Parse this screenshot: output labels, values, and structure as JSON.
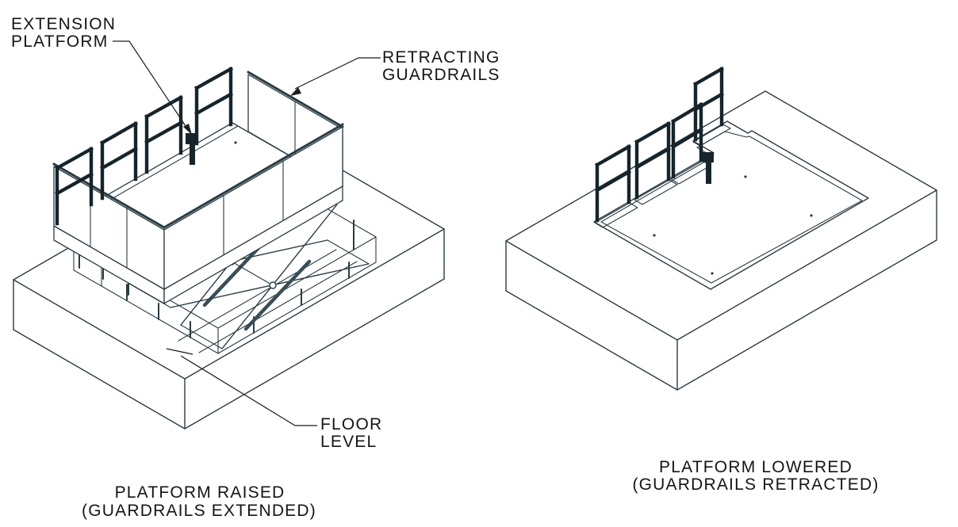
{
  "figure": {
    "type": "technical-illustration",
    "subject": "scissor lift dock platform shown raised and lowered",
    "annotations": {
      "extension_platform": {
        "line1": "EXTENSION",
        "line2": "PLATFORM"
      },
      "retracting_guardrails": {
        "line1": "RETRACTING",
        "line2": "GUARDRAILS"
      },
      "floor_level": {
        "line1": "FLOOR",
        "line2": "LEVEL"
      }
    },
    "captions": {
      "raised": {
        "line1": "PLATFORM RAISED",
        "line2": "(GUARDRAILS EXTENDED)"
      },
      "lowered": {
        "line1": "PLATFORM LOWERED",
        "line2": "(GUARDRAILS RETRACTED)"
      }
    },
    "colors": {
      "background": "#ffffff",
      "line": "#2a3b42",
      "dark_steel": "#16242b",
      "text": "#151515"
    }
  }
}
